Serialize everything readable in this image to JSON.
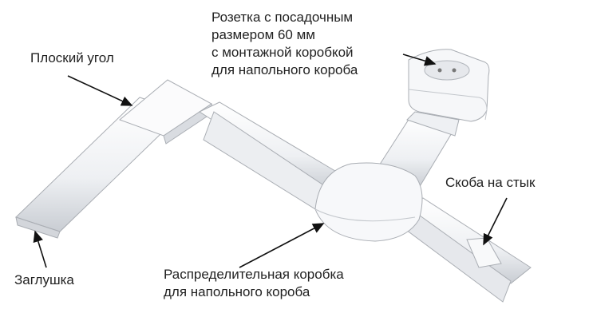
{
  "labels": {
    "socket": [
      "Розетка с посадочным",
      "размером 60 мм",
      "с монтажной коробкой",
      "для напольного короба"
    ],
    "flat_corner": "Плоский угол",
    "joint_bracket": "Скоба на стык",
    "end_cap": "Заглушка",
    "distribution_box": [
      "Распределительная коробка",
      "для напольного короба"
    ]
  },
  "colors": {
    "duct": "#f4f5f7",
    "shade": "#d9dce1",
    "edge": "#a9adb3",
    "arrow": "#111111"
  }
}
